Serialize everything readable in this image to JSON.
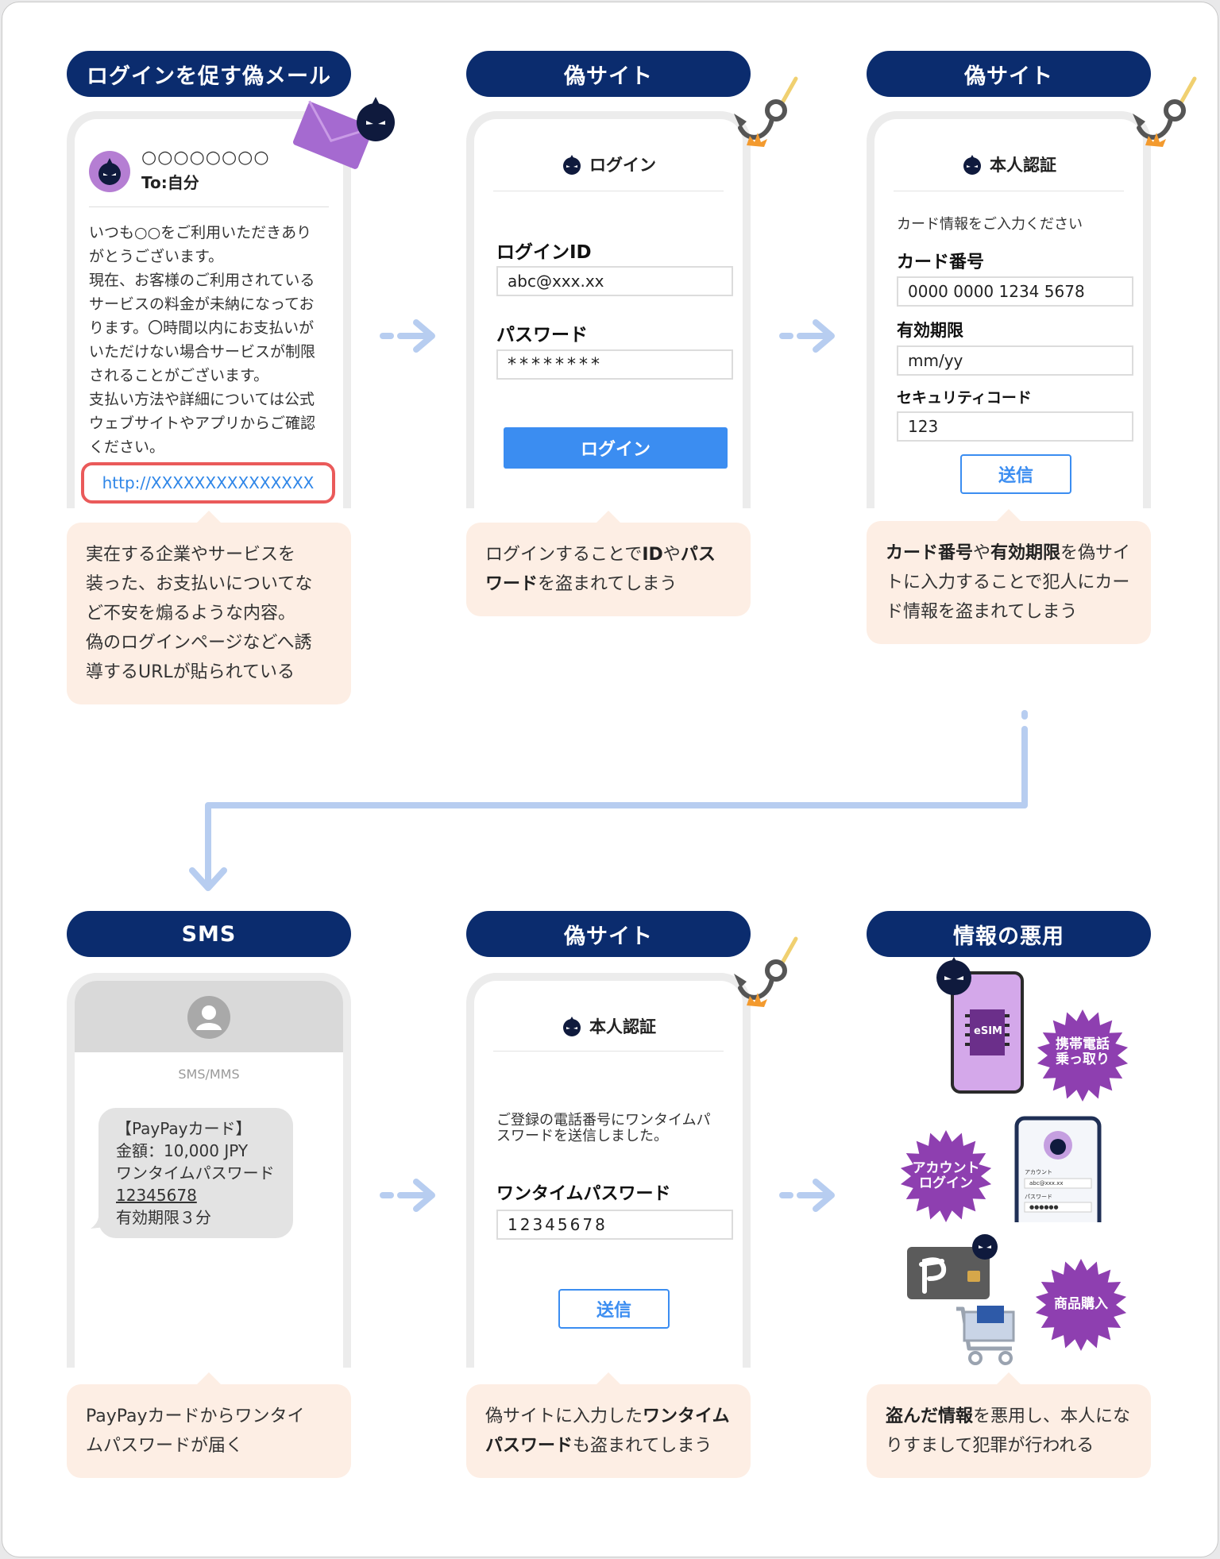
{
  "panel1": {
    "header": "ログインを促す偽メール",
    "sender": "○○○○○○○○",
    "to": "To:自分",
    "body_lines": [
      "いつも○○をご利用いただきあり",
      "がとうございます。",
      "現在、お客様のご利用されている",
      "サービスの料金が未納になってお",
      "ります。〇時間以内にお支払いが",
      "いただけない場合サービスが制限",
      "されることがございます。",
      "支払い方法や詳細については公式",
      "ウェブサイトやアプリからご確認",
      "ください。"
    ],
    "link": "http://XXXXXXXXXXXXXXX",
    "callout_lines": [
      "実在する企業やサービスを",
      "装った、お支払いについてな",
      "ど不安を煽るような内容。",
      "偽のログインページなどへ誘",
      "導するURLが貼られている"
    ]
  },
  "panel2": {
    "header": "偽サイト",
    "title": "ログイン",
    "id_label": "ログインID",
    "id_value": "abc@xxx.xx",
    "pw_label": "パスワード",
    "pw_value": "********",
    "login_button": "ログイン",
    "callout": {
      "p1": "ログインすることで",
      "b1": "ID",
      "p2": "や",
      "b2": "パスワード",
      "p3": "を盗まれてしまう"
    }
  },
  "panel3": {
    "header": "偽サイト",
    "title": "本人認証",
    "intro": "カード情報をご入力ください",
    "card_label": "カード番号",
    "card_value": "0000 0000 1234 5678",
    "exp_label": "有効期限",
    "exp_value": "mm/yy",
    "cvc_label": "セキュリティコード",
    "cvc_value": "123",
    "send_button": "送信",
    "callout": {
      "b1": "カード番号",
      "p1": "や",
      "b2": "有効期限",
      "p2": "を偽サイトに入力することで犯人にカード情報を盗まれてしまう"
    }
  },
  "panel4": {
    "header": "SMS",
    "sms_label": "SMS/MMS",
    "bubble_lines": [
      "【PayPayカード】",
      "金額：10,000 JPY",
      "ワンタイムパスワード"
    ],
    "bubble_code": "12345678",
    "bubble_expiry": "有効期限３分",
    "callout_lines": [
      "PayPayカードからワンタイ",
      "ムパスワードが届く"
    ]
  },
  "panel5": {
    "header": "偽サイト",
    "title": "本人認証",
    "intro_lines": [
      "ご登録の電話番号にワンタイムパ",
      "スワードを送信しました。"
    ],
    "otp_label": "ワンタイムパスワード",
    "otp_value": "12345678",
    "send_button": "送信",
    "callout": {
      "p1": "偽サイトに入力した",
      "b1": "ワンタイムパスワード",
      "p2": "も盗まれてしまう"
    }
  },
  "panel6": {
    "header": "情報の悪用",
    "esim_label": "eSIM",
    "burst_phone": [
      "携帯電話",
      "乗っ取り"
    ],
    "burst_login": [
      "アカウント",
      "ログイン"
    ],
    "mini_account_label": "アカウント",
    "mini_account_value": "abc@xxx.xx",
    "mini_password_label": "パスワード",
    "mini_password_value": "●●●●●●",
    "burst_purchase": "商品購入",
    "callout": {
      "b1": "盗んだ情報",
      "p1": "を悪用し、本人になりすまして犯罪が行われる"
    }
  },
  "colors": {
    "navy": "#0b2c6e",
    "callout_bg": "#fdeee4",
    "blue_button": "#3b8df1",
    "arrow": "#b7cdf0",
    "link_border": "#ea5a5a",
    "purple": "#8e3fb0"
  }
}
